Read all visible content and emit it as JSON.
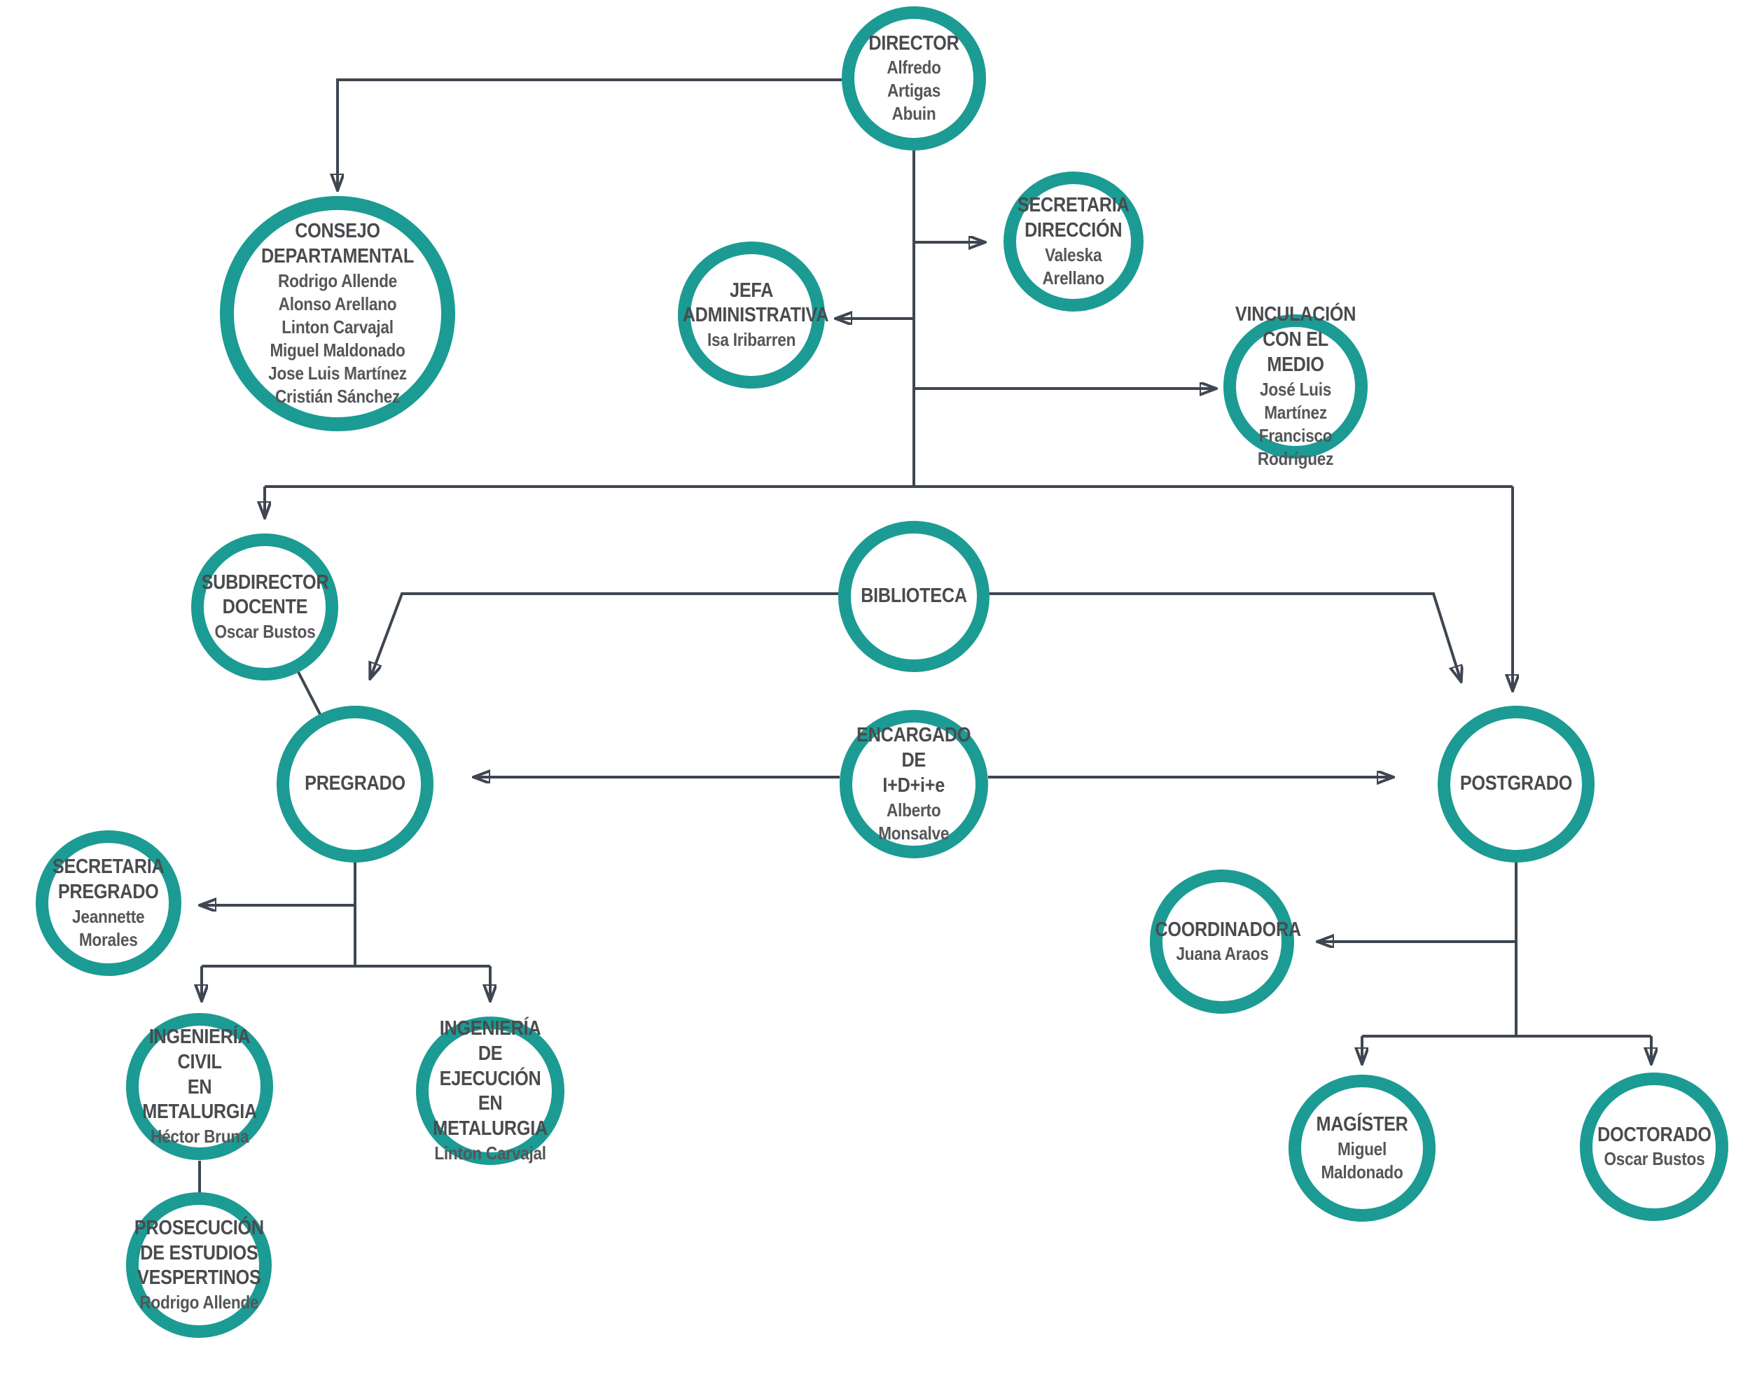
{
  "colors": {
    "accent_ring": "#1b9b93",
    "connector_line": "#3e4651",
    "title_text": "#4a4b4e",
    "name_text": "#555659",
    "background": "#ffffff"
  },
  "nodes": {
    "director": {
      "title": "DIRECTOR",
      "names": "Alfredo Artigas\nAbuin"
    },
    "consejo": {
      "title": "CONSEJO\nDEPARTAMENTAL",
      "names": "Rodrigo Allende\nAlonso Arellano\nLinton Carvajal\nMiguel Maldonado\nJose Luis Martínez\nCristián Sánchez"
    },
    "secretaria_direccion": {
      "title": "SECRETARIA\nDIRECCIÓN",
      "names": "Valeska Arellano"
    },
    "jefa_administrativa": {
      "title": "JEFA\nADMINISTRATIVA",
      "names": "Isa Iribarren"
    },
    "vinculacion": {
      "title": "VINCULACIÓN\nCON EL MEDIO",
      "names": "José Luis Martínez\nFrancisco Rodríguez"
    },
    "subdirector_docente": {
      "title": "SUBDIRECTOR\nDOCENTE",
      "names": "Oscar Bustos"
    },
    "biblioteca": {
      "title": "BIBLIOTECA",
      "names": ""
    },
    "pregrado": {
      "title": "PREGRADO",
      "names": ""
    },
    "encargado_idie": {
      "title": "ENCARGADO DE\nI+D+i+e",
      "names": "Alberto Monsalve"
    },
    "postgrado": {
      "title": "POSTGRADO",
      "names": ""
    },
    "secretaria_pregrado": {
      "title": "SECRETARIA\nPREGRADO",
      "names": "Jeannette Morales"
    },
    "coordinadora": {
      "title": "COORDINADORA",
      "names": "Juana Araos"
    },
    "ing_civil": {
      "title": "INGENIERÍA CIVIL\nEN METALURGIA",
      "names": "Héctor Bruna"
    },
    "ing_ejecucion": {
      "title": "INGENIERÍA DE\nEJECUCIÓN EN\nMETALURGIA",
      "names": "Linton Carvajal"
    },
    "magister": {
      "title": "MAGÍSTER",
      "names": "Miguel Maldonado"
    },
    "doctorado": {
      "title": "DOCTORADO",
      "names": "Oscar Bustos"
    },
    "prosecucion": {
      "title": "PROSECUCIÓN\nDE ESTUDIOS\nVESPERTINOS",
      "names": "Rodrigo Allende"
    }
  }
}
